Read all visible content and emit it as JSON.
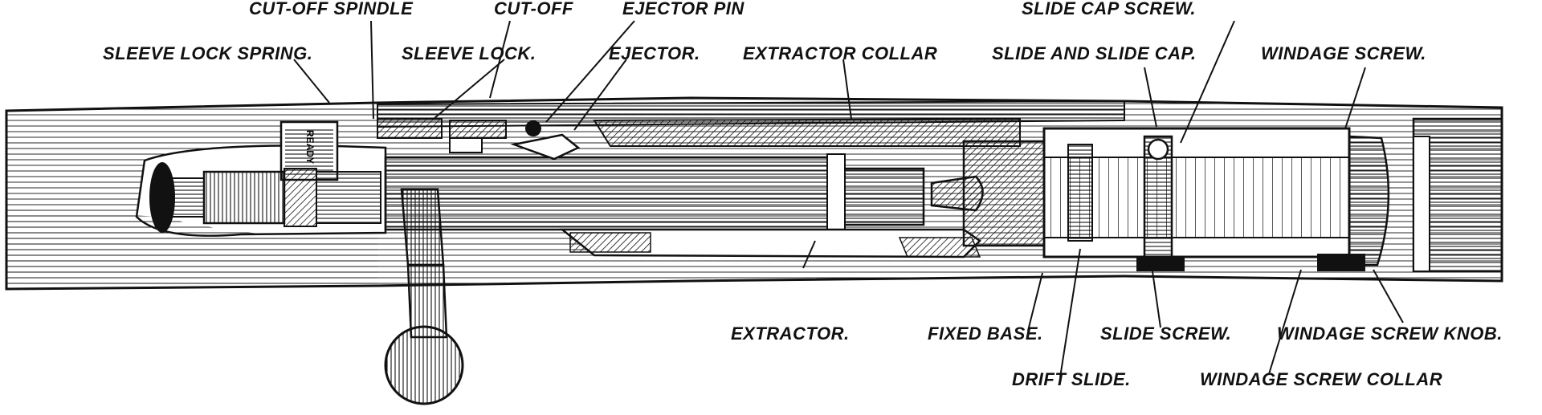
{
  "labels": {
    "cut_off_spindle": "CUT-OFF SPINDLE",
    "cut_off": "CUT-OFF",
    "ejector_pin": "EJECTOR PIN",
    "slide_cap_screw": "SLIDE CAP SCREW.",
    "sleeve_lock_spring": "SLEEVE LOCK SPRING.",
    "sleeve_lock": "SLEEVE LOCK.",
    "ejector": "EJECTOR.",
    "extractor_collar": "EXTRACTOR COLLAR",
    "slide_and_slide_cap": "SLIDE AND SLIDE CAP.",
    "windage_screw": "WINDAGE SCREW.",
    "extractor": "EXTRACTOR.",
    "fixed_base": "FIXED BASE.",
    "slide_screw": "SLIDE SCREW.",
    "windage_screw_knob": "WINDAGE SCREW KNOB.",
    "drift_slide": "DRIFT SLIDE.",
    "windage_screw_collar": "WINDAGE SCREW COLLAR"
  },
  "engraved": {
    "ready": "READY"
  }
}
